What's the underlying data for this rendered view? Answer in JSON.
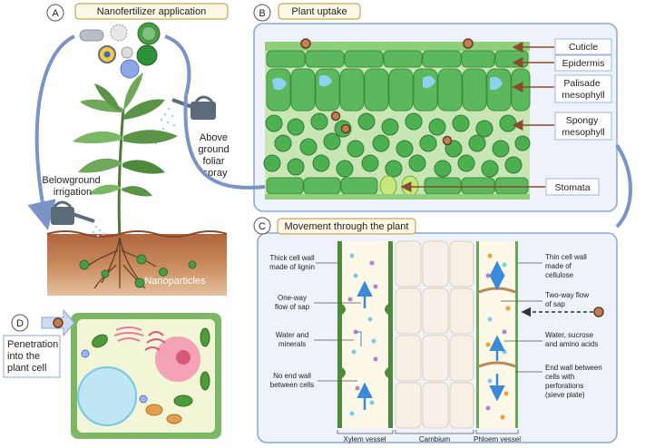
{
  "panels": {
    "a": {
      "letter": "A",
      "title": "Nanofertilizer application"
    },
    "b": {
      "letter": "B",
      "title": "Plant uptake"
    },
    "c": {
      "letter": "C",
      "title": "Movement through the plant"
    },
    "d": {
      "letter": "D"
    }
  },
  "labels_a": {
    "foliar": [
      "Above",
      "ground",
      "foliar",
      "spray"
    ],
    "irrigation": [
      "Belowground",
      "irrigation"
    ],
    "nanoparticles": "Nanoparticles"
  },
  "labels_b": {
    "cuticle": "Cuticle",
    "epidermis": "Epidermis",
    "palisade": [
      "Palisade",
      "mesophyll"
    ],
    "spongy": [
      "Spongy",
      "mesophyll"
    ],
    "stomata": "Stomata"
  },
  "labels_c": {
    "thick_wall": [
      "Thick cell wall",
      "made of lignin"
    ],
    "one_way": [
      "One-way",
      "flow of sap"
    ],
    "water_minerals": [
      "Water and",
      "minerals"
    ],
    "no_end_wall": [
      "No end wall",
      "between cells"
    ],
    "thin_wall": [
      "Thin cell wall",
      "made of",
      "cellulose"
    ],
    "two_way": [
      "Two-way flow",
      "of sap"
    ],
    "water_sucrose": [
      "Water, sucrose",
      "and amino acids"
    ],
    "end_wall": [
      "End wall between",
      "cells with",
      "perforations",
      "(sieve plate)"
    ],
    "xylem": "Xylem vessel",
    "cambium": "Cambium",
    "phloem": "Phloem vessel"
  },
  "labels_d": {
    "penetration": [
      "Penetration",
      "into the",
      "plant cell"
    ]
  },
  "colors": {
    "panel_border": "#8aa6d6",
    "panel_fill": "#eef3fb",
    "title_border": "#c9a65a",
    "title_fill": "#fdf7e6",
    "leaf_green": "#5cb85c",
    "cell_green": "#4caf50",
    "arrow_brown": "#8b4a2b",
    "flow_blue": "#3b8ad9"
  }
}
